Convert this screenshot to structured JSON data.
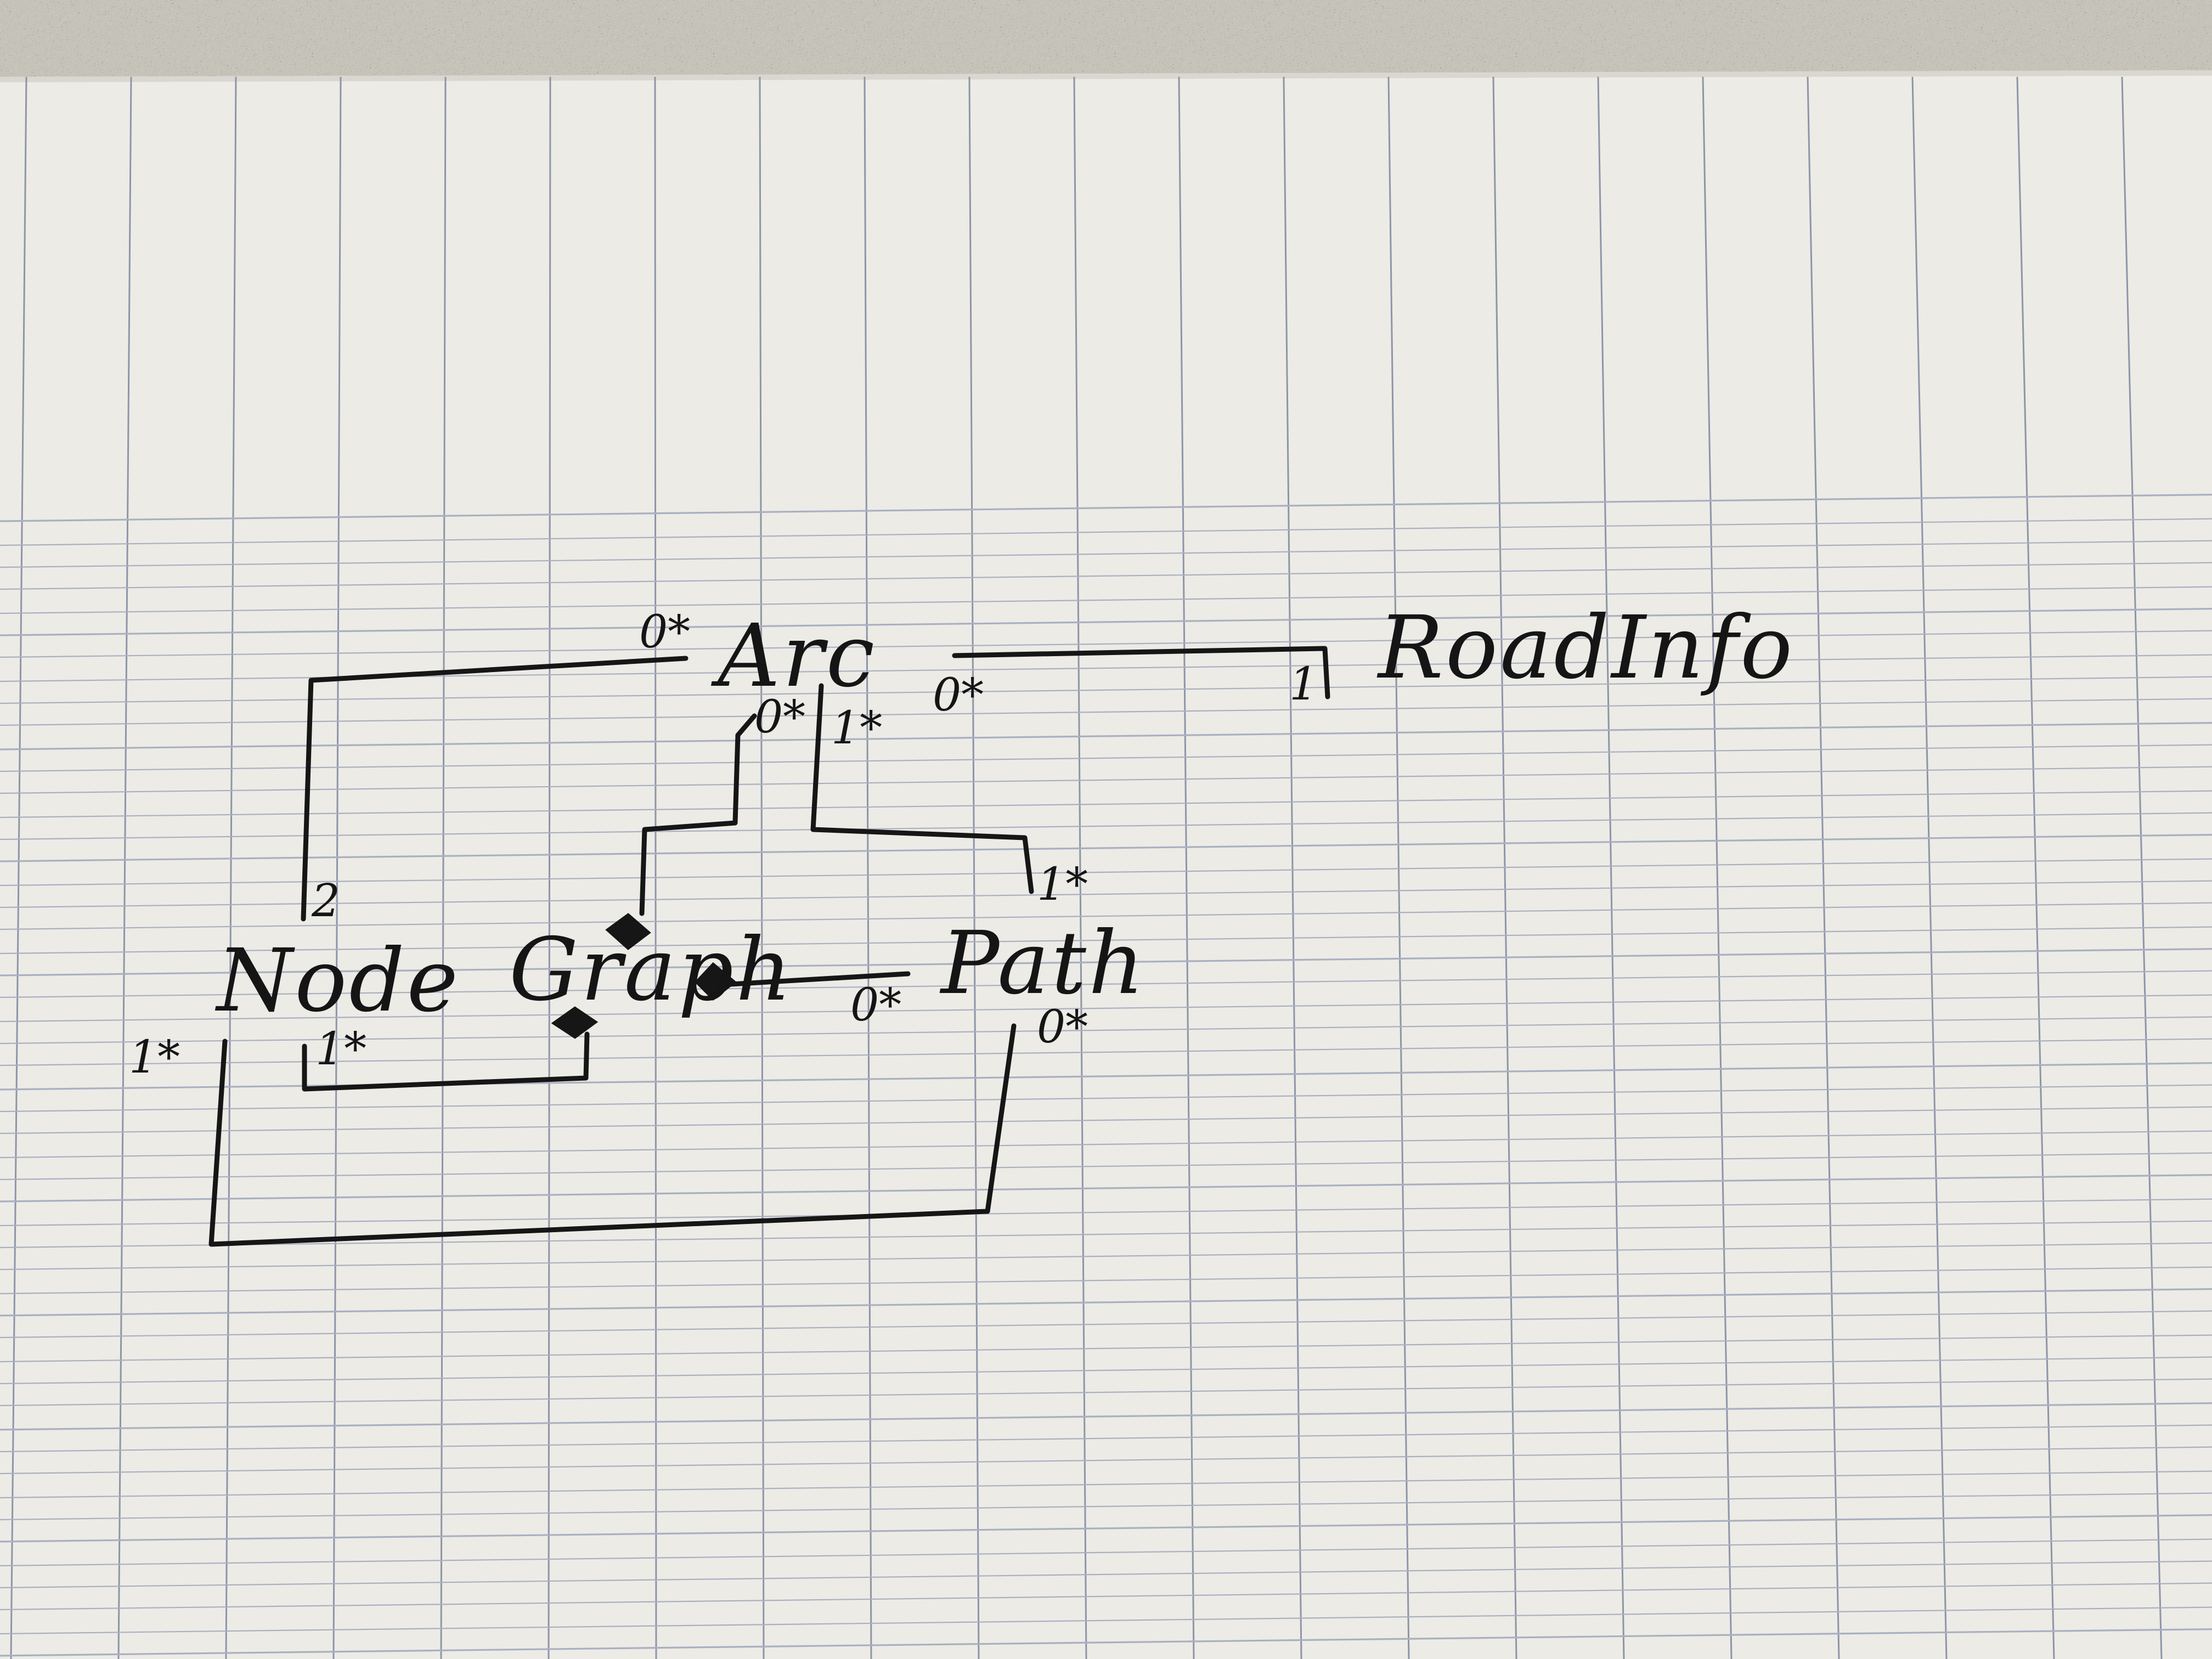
{
  "diagram": {
    "classes": {
      "arc": "Arc",
      "road_info": "RoadInfo",
      "node": "Node",
      "graph": "Graph",
      "path": "Path"
    },
    "multiplicities": {
      "arc_node_at_arc": "0*",
      "arc_roadinfo_at_arc": "0*",
      "arc_roadinfo_at_roadinfo": "1",
      "arc_graph_at_arc": "0*",
      "arc_path_at_arc": "1*",
      "node_arc_at_node": "2",
      "path_arc_at_path": "1*",
      "node_path_at_node": "1*",
      "node_graph_at_node": "1*",
      "path_graph_at_path": "0*",
      "path_node_at_path": "0*"
    },
    "colors": {
      "paper": "#ecebe6",
      "grid_vertical": "#8f95a8",
      "grid_horizontal": "#aab0bf",
      "ink": "#161616",
      "desk": "#c9c7c0"
    }
  }
}
